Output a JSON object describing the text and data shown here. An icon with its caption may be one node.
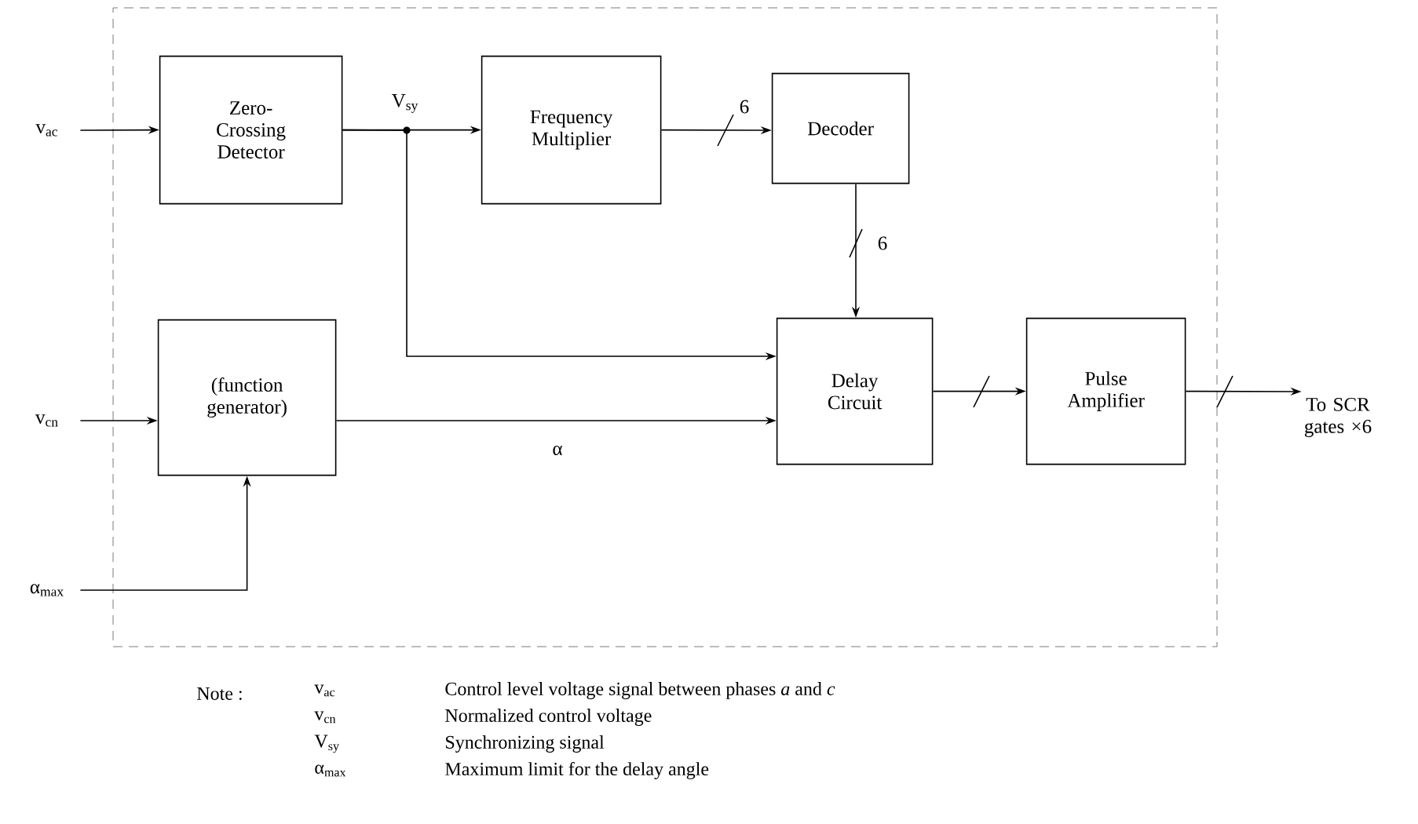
{
  "diagram": {
    "nodes": [
      {
        "text": [],
        "shape": "box"
      },
      {
        "text": [
          "Zero- Crossing Detector"
        ],
        "in": 0
      },
      {
        "text": [
          "Frequency Multiplier"
        ],
        "in": 0
      },
      {
        "text": [
          "Decoder"
        ],
        "in": 0
      },
      {
        "text": [
          "(function generator)"
        ],
        "in": 0
      },
      {
        "text": [
          "Delay Circuit"
        ],
        "in": 0
      },
      {
        "text": [
          "Pulse Amplifier"
        ],
        "in": 0
      },
      {
        "text": [
          "v$_{ac}$"
        ]
      },
      {
        "text": [
          "v$_{cn}$"
        ]
      },
      {
        "text": [
          "α$_{max}$"
        ]
      },
      {
        "text": [
          "To SCR gates ×6"
        ]
      }
    ],
    "edges": [
      {
        "from": 7,
        "to": 1,
        "arrow": "to"
      },
      {
        "from": 1,
        "to": 2,
        "arrow": "to",
        "label": "V$_{sy}$"
      },
      {
        "from": 1,
        "to": 5,
        "arrow": "to"
      },
      {
        "from": 2,
        "to": 3,
        "arrow": "to",
        "label": "6"
      },
      {
        "from": 3,
        "to": 5,
        "arrow": "to",
        "label": "6"
      },
      {
        "from": 8,
        "to": 4,
        "arrow": "to"
      },
      {
        "from": 4,
        "to": 5,
        "arrow": "to",
        "label": "α"
      },
      {
        "from": 9,
        "to": 4,
        "arrow": "to"
      },
      {
        "from": 5,
        "to": 6,
        "arrow": "to"
      },
      {
        "from": 6,
        "to": 10,
        "arrow": "to"
      }
    ],
    "labels": [
      "Note :",
      "v$_{ac}$",
      "Control level voltage signal between phases *a* and *c*",
      "v$_{cn}$",
      "Normalized control voltage",
      "V$_{sy}$",
      "Synchronizing signal",
      "α$_{max}$",
      "Maximum limit for the delay angle"
    ]
  }
}
